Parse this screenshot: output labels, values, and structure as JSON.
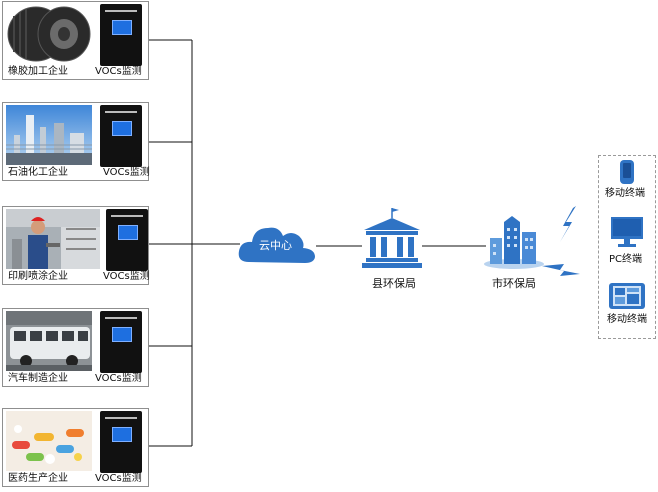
{
  "enterprises": [
    {
      "name": "橡胶加工企业",
      "device": "VOCs监测",
      "photo": "tires"
    },
    {
      "name": "石油化工企业",
      "device": "VOCs监测",
      "photo": "refinery"
    },
    {
      "name": "印刷喷涂企业",
      "device": "VOCs监测",
      "photo": "printing-worker"
    },
    {
      "name": "汽车制造企业",
      "device": "VOCs监测",
      "photo": "bus-factory"
    },
    {
      "name": "医药生产企业",
      "device": "VOCs监测",
      "photo": "pills"
    }
  ],
  "cloud": {
    "label": "云中心"
  },
  "county": {
    "label": "县环保局",
    "icon": "government-building-icon"
  },
  "city": {
    "label": "市环保局",
    "icon": "city-buildings-icon"
  },
  "terminals": [
    {
      "label": "移动终端",
      "icon": "mobile-phone-icon"
    },
    {
      "label": "PC终端",
      "icon": "desktop-computer-icon"
    },
    {
      "label": "移动终端",
      "icon": "tablet-icon"
    }
  ],
  "colors": {
    "accent": "#2f73c4",
    "line": "#111111",
    "device": "#111111",
    "screen": "#1e6fe0"
  }
}
